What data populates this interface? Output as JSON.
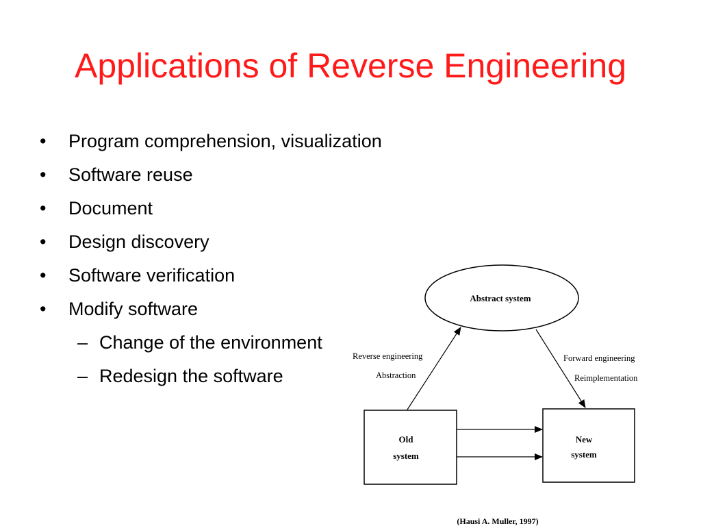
{
  "slide": {
    "title": "Applications of Reverse Engineering",
    "title_color": "#ff1a1a",
    "bullets": [
      {
        "level": 1,
        "marker": "•",
        "text": "Program comprehension,  visualization"
      },
      {
        "level": 1,
        "marker": "•",
        "text": "Software reuse"
      },
      {
        "level": 1,
        "marker": "•",
        "text": "Document"
      },
      {
        "level": 1,
        "marker": "•",
        "text": "Design discovery"
      },
      {
        "level": 1,
        "marker": "•",
        "text": "Software verification"
      },
      {
        "level": 1,
        "marker": "•",
        "text": "Modify software"
      },
      {
        "level": 2,
        "marker": "–",
        "text": "Change of the environment"
      },
      {
        "level": 2,
        "marker": "–",
        "text": "Redesign the software"
      }
    ]
  },
  "diagram": {
    "abstract_label": "Abstract system",
    "reverse_label": "Reverse engineering",
    "abstraction_label": "Abstraction",
    "forward_label": "Forward engineering",
    "reimplementation_label": "Reimplementation",
    "old_line1": "Old",
    "old_line2": "system",
    "new_line1": "New",
    "new_line2": "system",
    "citation": "(Hausi A. Muller, 1997)"
  }
}
